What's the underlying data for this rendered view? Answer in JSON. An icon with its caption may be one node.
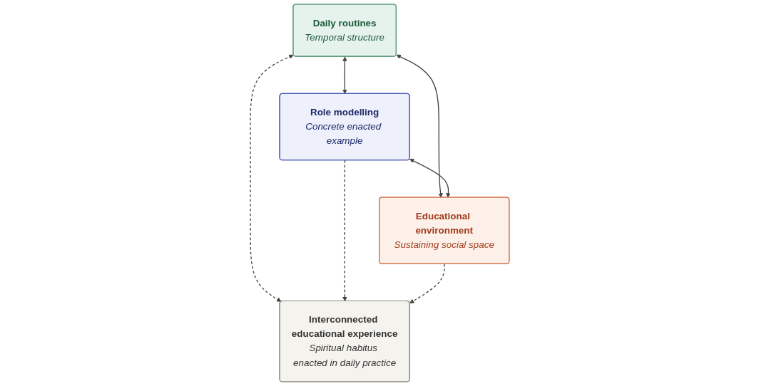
{
  "diagram": {
    "nodes": [
      {
        "text": [
          "Daily routines",
          "Temporal structure"
        ]
      },
      {
        "text": [
          "Role modelling",
          "Concrete enacted example"
        ]
      },
      {
        "text": [
          "Educational environment",
          "Sustaining social space"
        ]
      },
      {
        "text": [
          "Interconnected educational experience",
          "Spiritual habitus enacted in daily practice"
        ]
      }
    ],
    "edges": [
      {
        "from": 0,
        "to": 1,
        "arrow": "both"
      },
      {
        "from": 0,
        "to": 2,
        "arrow": "both"
      },
      {
        "from": 1,
        "to": 2,
        "arrow": "both"
      },
      {
        "from": 0,
        "to": 3,
        "arrow": "both",
        "style": "dashed"
      },
      {
        "from": 1,
        "to": 3,
        "arrow": "to",
        "style": "dashed"
      },
      {
        "from": 2,
        "to": 3,
        "arrow": "to",
        "style": "dashed"
      }
    ]
  }
}
